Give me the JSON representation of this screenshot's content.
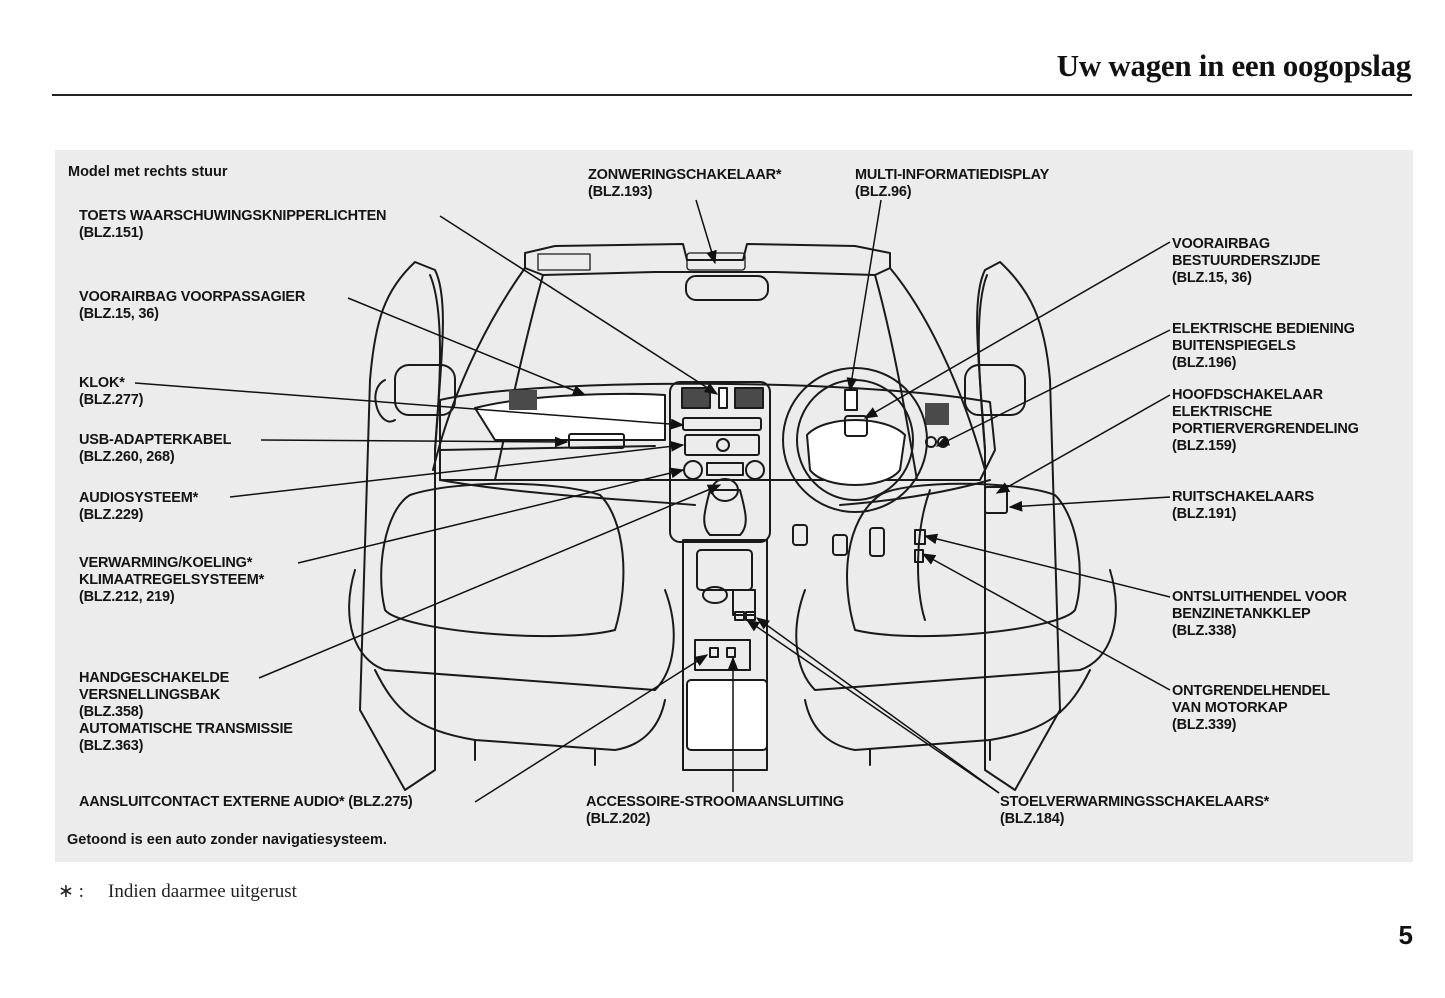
{
  "header": {
    "title": "Uw wagen in een oogopslag"
  },
  "diagram": {
    "top_note": "Model met rechts stuur",
    "bottom_note": "Getoond is een auto zonder navigatiesysteem.",
    "callouts": {
      "hazard": {
        "label": "TOETS WAARSCHUWINGSKNIPPERLICHTEN",
        "ref": "(BLZ.151)"
      },
      "passenger_airbag": {
        "label": "VOORAIRBAG VOORPASSAGIER",
        "ref": "(BLZ.15, 36)"
      },
      "clock": {
        "label": "KLOK*",
        "ref": "(BLZ.277)"
      },
      "usb": {
        "label": "USB-ADAPTERKABEL",
        "ref": "(BLZ.260, 268)"
      },
      "audio": {
        "label": "AUDIOSYSTEEM*",
        "ref": "(BLZ.229)"
      },
      "climate": {
        "label": "VERWARMING/KOELING*",
        "label2": "KLIMAATREGELSYSTEEM*",
        "ref": "(BLZ.212, 219)"
      },
      "transmission": {
        "label": "HANDGESCHAKELDE",
        "label2": "VERSNELLINGSBAK",
        "ref": "(BLZ.358)",
        "label3": "AUTOMATISCHE TRANSMISSIE",
        "ref2": "(BLZ.363)"
      },
      "aux_audio": {
        "label": "AANSLUITCONTACT EXTERNE AUDIO* (BLZ.275)"
      },
      "sunshade": {
        "label": "ZONWERINGSCHAKELAAR*",
        "ref": "(BLZ.193)"
      },
      "mid": {
        "label": "MULTI-INFORMATIEDISPLAY",
        "ref": "(BLZ.96)"
      },
      "driver_airbag": {
        "label": "VOORAIRBAG",
        "label2": "BESTUURDERSZIJDE",
        "ref": "(BLZ.15, 36)"
      },
      "mirrors": {
        "label": "ELEKTRISCHE BEDIENING",
        "label2": "BUITENSPIEGELS",
        "ref": "(BLZ.196)"
      },
      "door_lock": {
        "label": "HOOFDSCHAKELAAR",
        "label2": "ELEKTRISCHE",
        "label3": "PORTIERVERGRENDELING",
        "ref": "(BLZ.159)"
      },
      "windows": {
        "label": "RUITSCHAKELAARS",
        "ref": "(BLZ.191)"
      },
      "fuel_door": {
        "label": "ONTSLUITHENDEL VOOR",
        "label2": "BENZINETANKKLEP",
        "ref": "(BLZ.338)"
      },
      "hood": {
        "label": "ONTGRENDELHENDEL",
        "label2": "VAN MOTORKAP",
        "ref": "(BLZ.339)"
      },
      "power_outlet": {
        "label": "ACCESSOIRE-STROOMAANSLUITING",
        "ref": "(BLZ.202)"
      },
      "seat_heater": {
        "label": "STOELVERWARMINGSSCHAKELAARS*",
        "ref": "(BLZ.184)"
      }
    }
  },
  "footnote": {
    "symbol": "∗ :",
    "text": "Indien daarmee uitgerust"
  },
  "page_number": "5"
}
